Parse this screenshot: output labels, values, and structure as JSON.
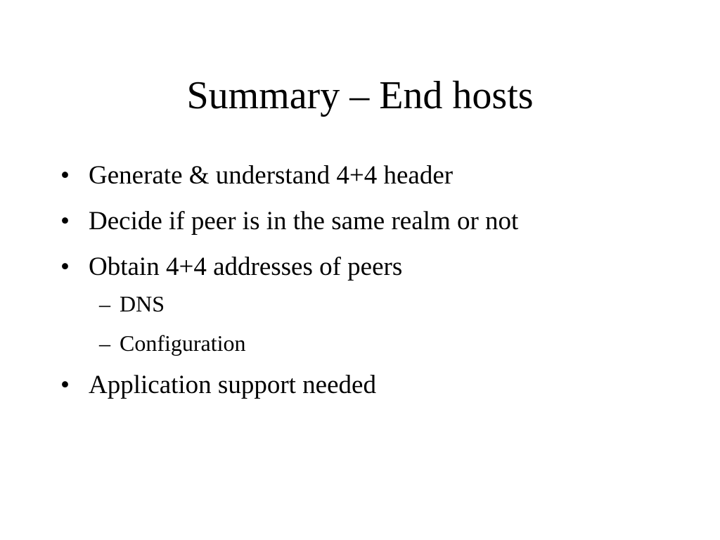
{
  "slide": {
    "title": "Summary – End hosts",
    "bullet_marker": "•",
    "sub_marker": "–",
    "bullets": [
      {
        "text": "Generate & understand 4+4 header"
      },
      {
        "text": "Decide if peer is in the same realm or not"
      },
      {
        "text": "Obtain 4+4 addresses of peers",
        "sub": [
          "DNS",
          "Configuration"
        ]
      },
      {
        "text": "Application support needed"
      }
    ]
  }
}
